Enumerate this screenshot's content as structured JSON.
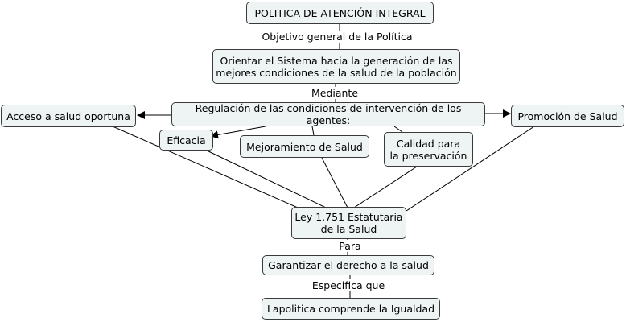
{
  "colors": {
    "node_fill": "#eef3f4",
    "node_border": "#3a3a3a",
    "line": "#000000",
    "background": "#ffffff"
  },
  "nodes": {
    "politica": "POLITICA DE ATENCIÓN INTEGRAL",
    "orientar": "Orientar el Sistema hacia la generación de las\nmejores condiciones de la salud de la población",
    "regulacion": "Regulación de las condiciones de intervención de los agentes:",
    "acceso": "Acceso a salud oportuna",
    "promocion": "Promoción de Salud",
    "eficacia": "Eficacia",
    "mejoramiento": "Mejoramiento de Salud",
    "calidad": "Calidad para\nla preservación",
    "ley": "Ley 1.751 Estatutaria\nde la Salud",
    "garantizar": "Garantizar el derecho a la salud",
    "lapolitica": "Lapolitica comprende la Igualdad"
  },
  "link_labels": {
    "objetivo": "Objetivo general de la Política",
    "mediante": "Mediante",
    "para": "Para",
    "especifica": "Especifica que"
  }
}
